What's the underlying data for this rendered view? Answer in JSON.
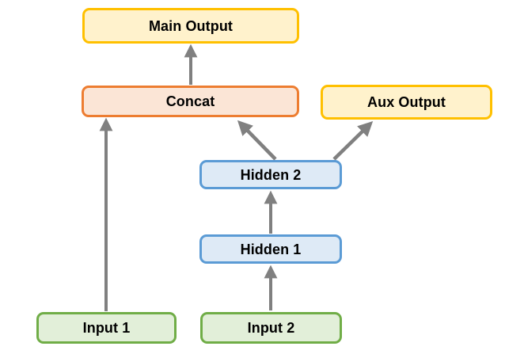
{
  "diagram": {
    "type": "neural-network-architecture-flowchart",
    "background_color": "#FFFFFF",
    "arrow_color": "#808080",
    "nodes": [
      {
        "id": "main-output",
        "label": "Main Output",
        "border_color": "#FFC000",
        "fill_color": "#FFF2CC"
      },
      {
        "id": "concat",
        "label": "Concat",
        "border_color": "#ED7D31",
        "fill_color": "#FBE5D6"
      },
      {
        "id": "aux-output",
        "label": "Aux Output",
        "border_color": "#FFC000",
        "fill_color": "#FFF2CC"
      },
      {
        "id": "hidden-2",
        "label": "Hidden 2",
        "border_color": "#5B9BD5",
        "fill_color": "#DEEAF6"
      },
      {
        "id": "hidden-1",
        "label": "Hidden 1",
        "border_color": "#5B9BD5",
        "fill_color": "#DEEAF6"
      },
      {
        "id": "input-1",
        "label": "Input 1",
        "border_color": "#70AD47",
        "fill_color": "#E2EFD9"
      },
      {
        "id": "input-2",
        "label": "Input 2",
        "border_color": "#70AD47",
        "fill_color": "#E2EFD9"
      }
    ],
    "edges": [
      {
        "id": "concat-to-main-output",
        "from": "concat",
        "to": "main-output"
      },
      {
        "id": "input-1-to-concat",
        "from": "input-1",
        "to": "concat"
      },
      {
        "id": "hidden-2-to-concat",
        "from": "hidden-2",
        "to": "concat"
      },
      {
        "id": "hidden-2-to-aux-output",
        "from": "hidden-2",
        "to": "aux-output"
      },
      {
        "id": "hidden-1-to-hidden-2",
        "from": "hidden-1",
        "to": "hidden-2"
      },
      {
        "id": "input-2-to-hidden-1",
        "from": "input-2",
        "to": "hidden-1"
      }
    ]
  }
}
